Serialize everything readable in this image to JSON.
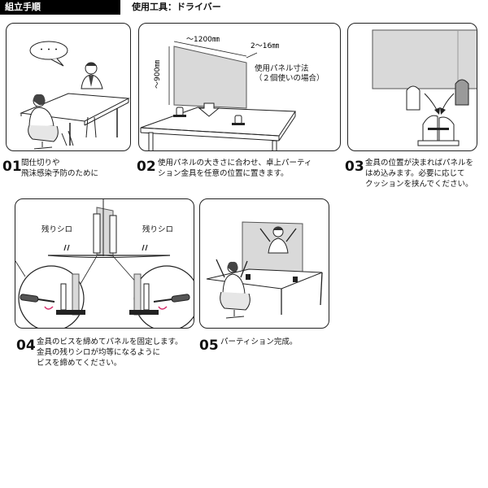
{
  "header": {
    "title": "組立手順",
    "tools": "使用工具：ドライバー"
  },
  "steps": [
    {
      "number": "01",
      "text": "間仕切りや\n飛沫感染予防のために"
    },
    {
      "number": "02",
      "text": "使用パネルの大きさに合わせ、卓上パーティ\nション金具を任意の位置に置きます。"
    },
    {
      "number": "03",
      "text": "金具の位置が決まればパネルを\nはめ込みます。必要に応じて\nクッションを挟んでください。"
    },
    {
      "number": "04",
      "text": "金具のビスを締めてパネルを固定します。\n金具の残りシロが均等になるように\nビスを締めてください。"
    },
    {
      "number": "05",
      "text": "パーティション完成。"
    }
  ],
  "panel1": {
    "speech": "・・・"
  },
  "panel2": {
    "width_label": "〜1200㎜",
    "height_label": "〜900㎜",
    "thickness_label": "2〜16㎜",
    "note": "使用パネル寸法\n（２個使いの場合）"
  },
  "panel4": {
    "left_label": "残りシロ",
    "right_label": "残りシロ"
  },
  "colors": {
    "header_bg": "#000000",
    "panel_border": "#222222",
    "glass": "#d9d9d9",
    "accent_arrow": "#d62c6a"
  }
}
